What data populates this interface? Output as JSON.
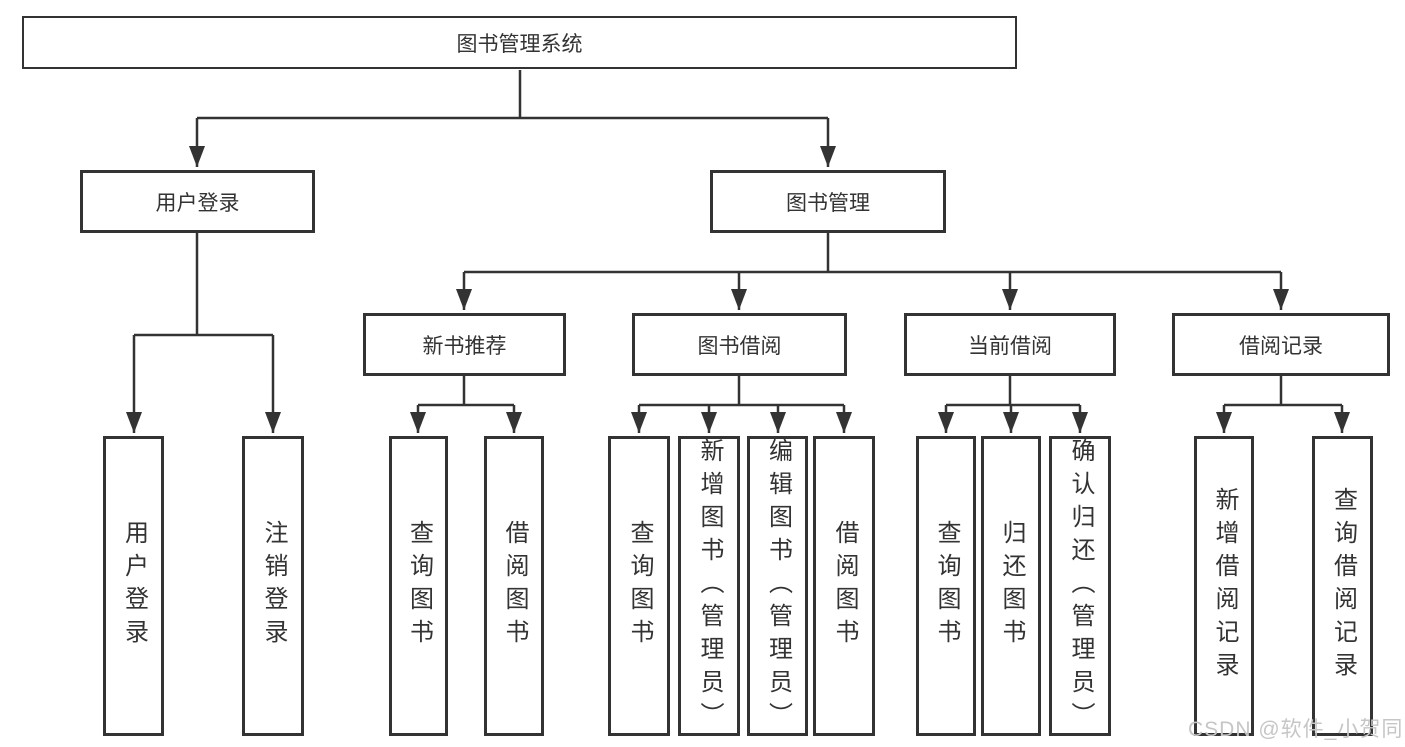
{
  "diagram": {
    "title_node": "root",
    "root": {
      "label": "图书管理系统"
    },
    "branches": [
      {
        "label": "用户登录",
        "children": [
          {
            "label": "用户登录"
          },
          {
            "label": "注销登录"
          }
        ]
      },
      {
        "label": "图书管理",
        "children": [
          {
            "label": "新书推荐",
            "children": [
              {
                "label": "查询图书"
              },
              {
                "label": "借阅图书"
              }
            ]
          },
          {
            "label": "图书借阅",
            "children": [
              {
                "label": "查询图书"
              },
              {
                "label": "新增图书（管理员）"
              },
              {
                "label": "编辑图书（管理员）"
              },
              {
                "label": "借阅图书"
              }
            ]
          },
          {
            "label": "当前借阅",
            "children": [
              {
                "label": "查询图书"
              },
              {
                "label": "归还图书"
              },
              {
                "label": "确认归还（管理员）"
              }
            ]
          },
          {
            "label": "借阅记录",
            "children": [
              {
                "label": "新增借阅记录"
              },
              {
                "label": "查询借阅记录"
              }
            ]
          }
        ]
      }
    ]
  },
  "watermark": {
    "text": "CSDN @软件_小贺同学"
  },
  "colors": {
    "line": "#333333",
    "text": "#333333",
    "box_background": "#ffffff",
    "page_background": "#ffffff",
    "watermark": "#c6c6c6"
  }
}
